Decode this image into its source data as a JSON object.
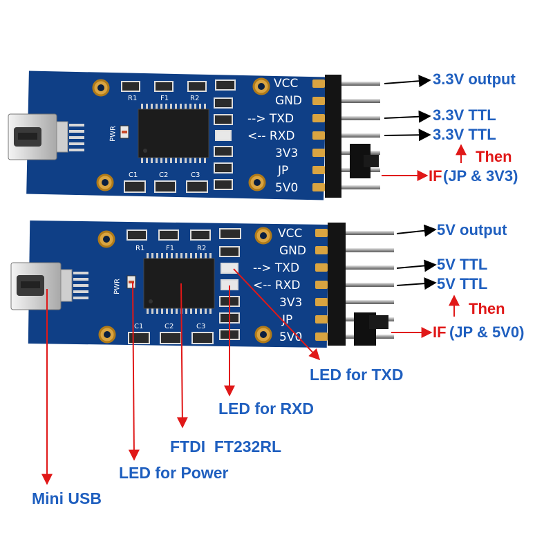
{
  "colors": {
    "board": "#0f3f86",
    "annotation_blue": "#1f5fbf",
    "annotation_red": "#e01818",
    "arrow_black": "#000000"
  },
  "board_top": {
    "pins": [
      "VCC",
      "GND",
      "--> TXD",
      "<-- RXD",
      "3V3",
      "JP",
      "5V0"
    ],
    "refs": {
      "r1": "R1",
      "f1": "F1",
      "r2": "R2",
      "c1": "C1",
      "c2": "C2",
      "c3": "C3",
      "pwr": "PWR"
    },
    "labels": {
      "vcc": "3.3V output",
      "txd": "3.3V TTL",
      "rxd": "3.3V TTL",
      "then": "Then",
      "if_word": "IF",
      "if_cond": "(JP & 3V3)"
    }
  },
  "board_bottom": {
    "pins": [
      "VCC",
      "GND",
      "--> TXD",
      "<-- RXD",
      "3V3",
      "JP",
      "5V0"
    ],
    "refs": {
      "r1": "R1",
      "f1": "F1",
      "r2": "R2",
      "c1": "C1",
      "c2": "C2",
      "c3": "C3",
      "pwr": "PWR"
    },
    "labels": {
      "vcc": "5V output",
      "txd": "5V TTL",
      "rxd": "5V TTL",
      "then": "Then",
      "if_word": "IF",
      "if_cond": "(JP & 5V0)"
    }
  },
  "callouts": {
    "led_txd": "LED for TXD",
    "led_rxd": "LED for RXD",
    "ftdi": "FTDI  FT232RL",
    "led_power": "LED for Power",
    "mini_usb": "Mini USB"
  }
}
